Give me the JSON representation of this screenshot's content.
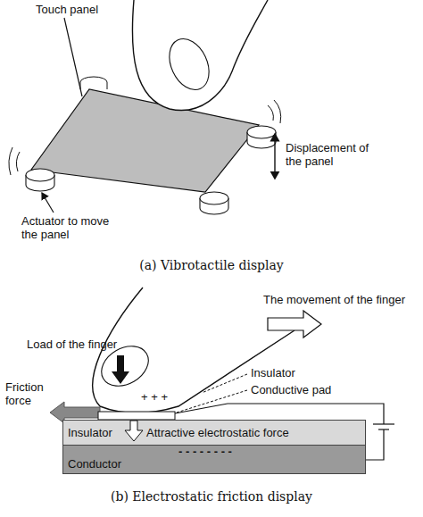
{
  "diagram": {
    "caption": "(b) Electrostatic friction display",
    "nodes": [
      {
        "text": [
          "Insulator"
        ]
      },
      {
        "text": [
          "Conductor"
        ]
      }
    ],
    "labels": [
      "Touch panel",
      "Displacement of the panel",
      "Actuator to move the panel",
      "(a) Vibrotactile display",
      "The movement of the finger",
      "Load of the finger",
      "Insulator",
      "Conductive pad",
      "Friction force",
      "Attractive electrostatic force",
      "+ + +",
      "- - - - - - - -"
    ]
  }
}
